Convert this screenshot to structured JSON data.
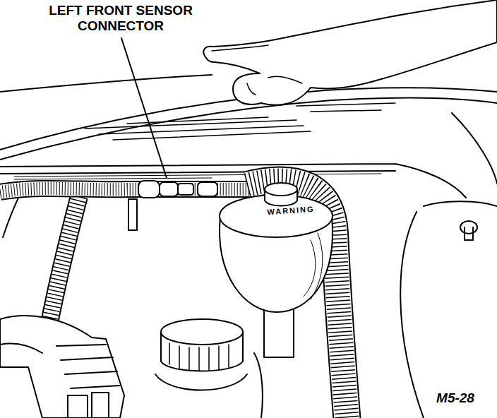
{
  "diagram": {
    "labels": [
      "LEFT FRONT SENSOR CONNECTOR",
      "WARNING",
      "M5-28"
    ]
  }
}
